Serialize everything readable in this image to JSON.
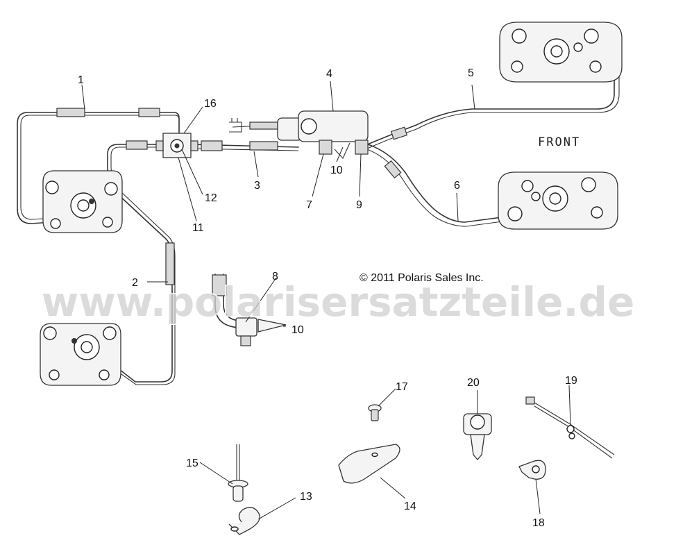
{
  "callouts": {
    "n1": "1",
    "n2": "2",
    "n3": "3",
    "n4": "4",
    "n5": "5",
    "n6": "6",
    "n7": "7",
    "n8": "8",
    "n9": "9",
    "n10a": "10",
    "n10b": "10",
    "n11": "11",
    "n12": "12",
    "n13": "13",
    "n14": "14",
    "n15": "15",
    "n16": "16",
    "n17": "17",
    "n18": "18",
    "n19": "19",
    "n20": "20"
  },
  "labels": {
    "front": "FRONT",
    "copyright": "© 2011 Polaris Sales Inc."
  },
  "watermark": "www.polarisersatzteile.de"
}
